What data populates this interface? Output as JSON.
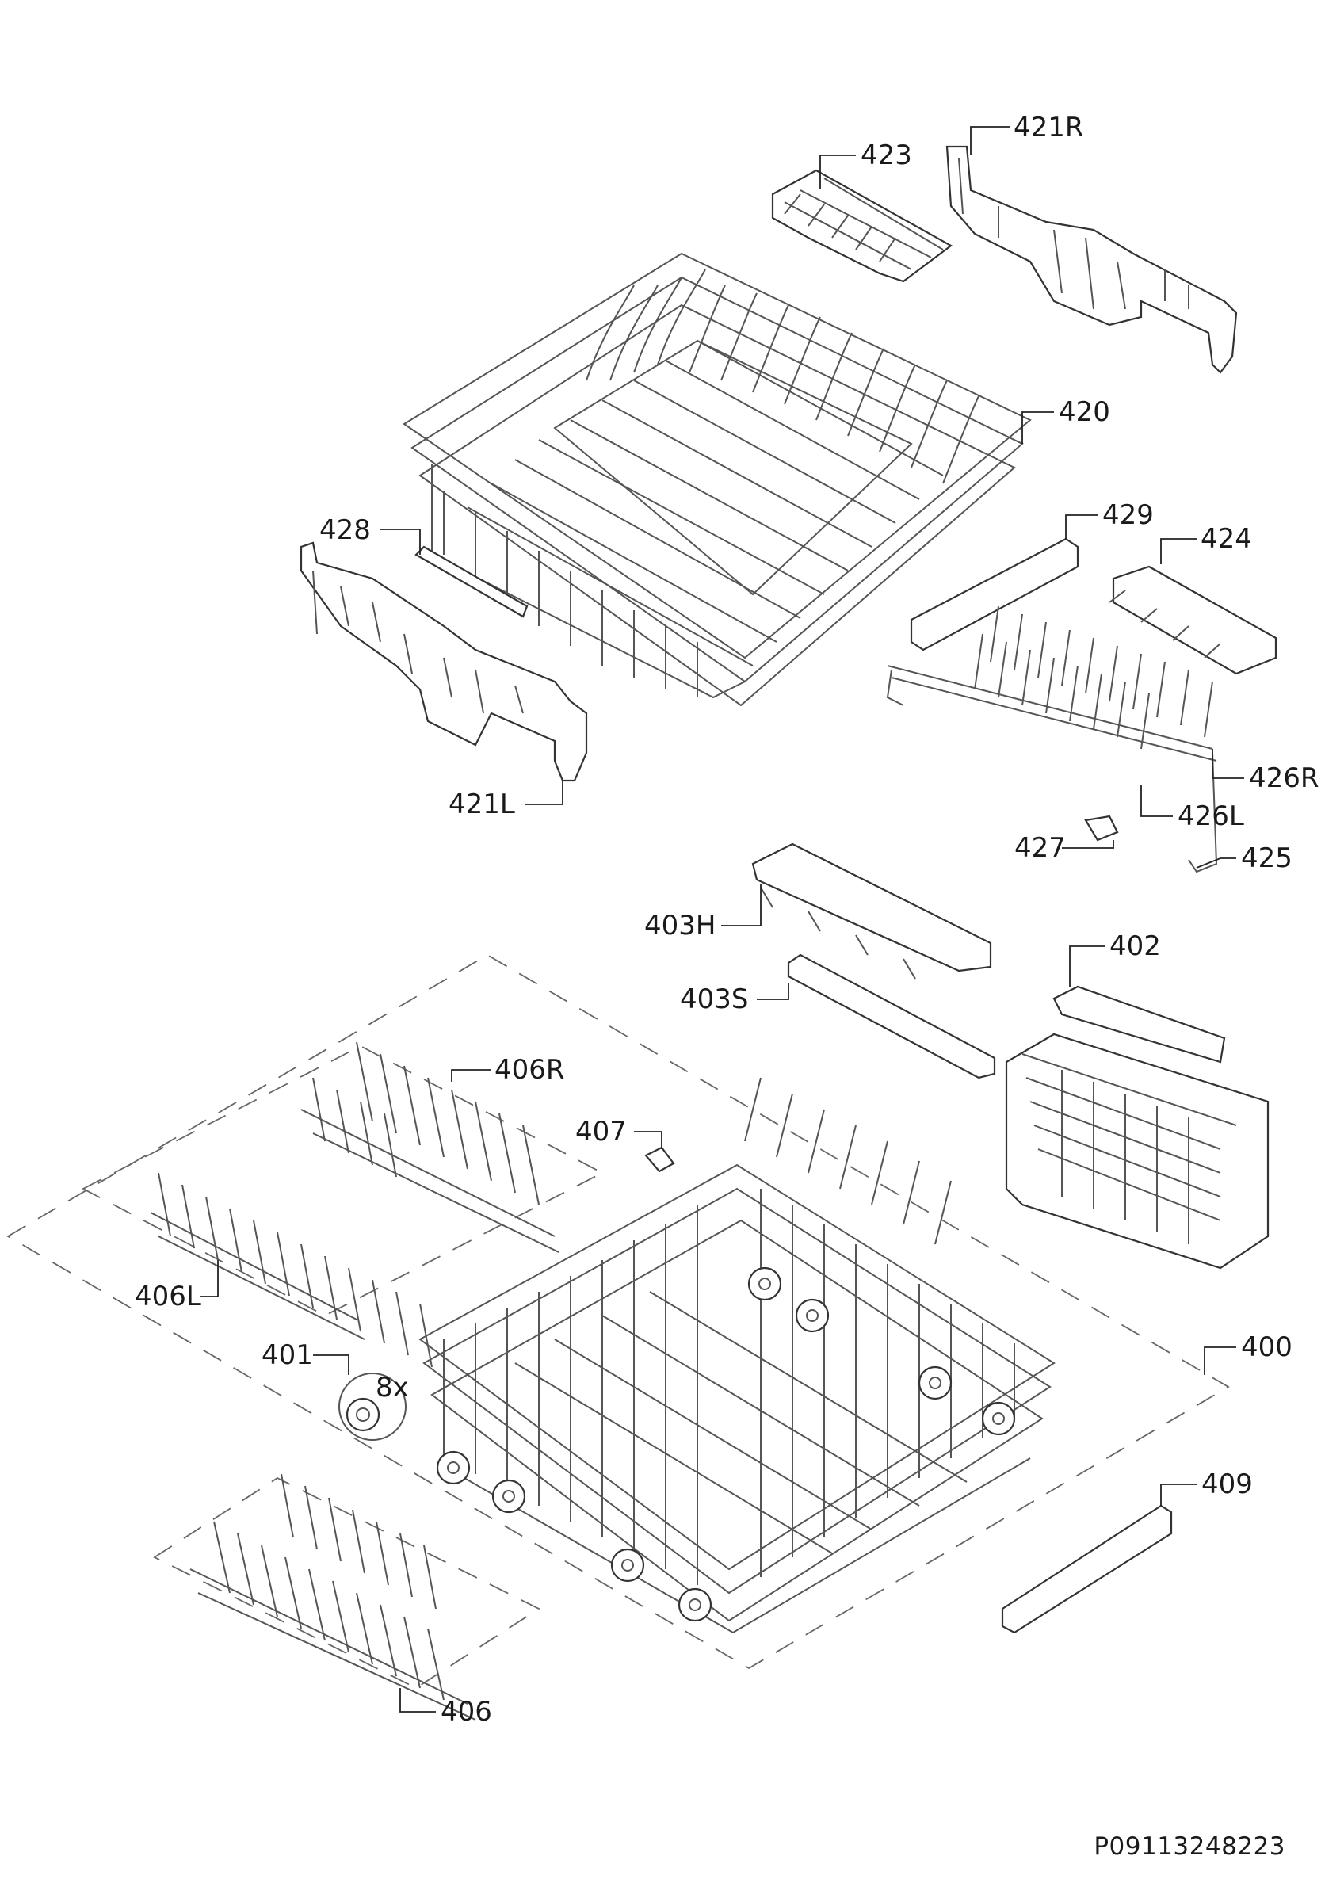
{
  "diagram": {
    "labels": {
      "p423": "423",
      "p421R": "421R",
      "p420": "420",
      "p428": "428",
      "p429": "429",
      "p424": "424",
      "p426R": "426R",
      "p426L": "426L",
      "p421L": "421L",
      "p427": "427",
      "p425": "425",
      "p403H": "403H",
      "p402": "402",
      "p403S": "403S",
      "p406R": "406R",
      "p407": "407",
      "p406L": "406L",
      "p401": "401",
      "qty8x": "8x",
      "p400": "400",
      "p409": "409",
      "p406": "406"
    },
    "document_number": "P09113248223"
  }
}
